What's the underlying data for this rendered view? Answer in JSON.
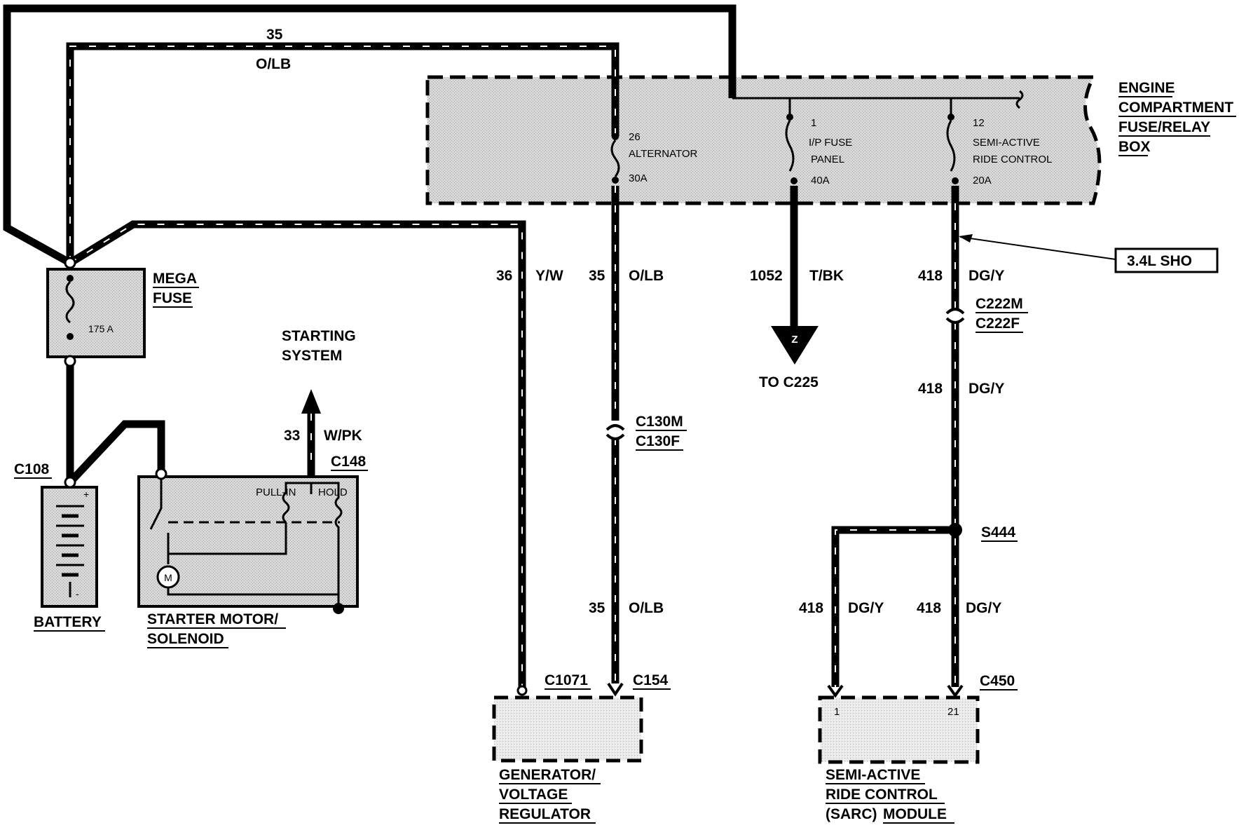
{
  "wires": {
    "w35_top": {
      "circuit": "35",
      "color": "O/LB"
    },
    "w36": {
      "circuit": "36",
      "color": "Y/W"
    },
    "w35_alt": {
      "circuit": "35",
      "color": "O/LB"
    },
    "w35_lower": {
      "circuit": "35",
      "color": "O/LB"
    },
    "w1052": {
      "circuit": "1052",
      "color": "T/BK"
    },
    "w418_a": {
      "circuit": "418",
      "color": "DG/Y"
    },
    "w418_b": {
      "circuit": "418",
      "color": "DG/Y"
    },
    "w418_c": {
      "circuit": "418",
      "color": "DG/Y"
    },
    "w418_d": {
      "circuit": "418",
      "color": "DG/Y"
    },
    "w33": {
      "circuit": "33",
      "color": "W/PK"
    }
  },
  "components": {
    "fuse_box": {
      "line1": "ENGINE",
      "line2": "COMPARTMENT",
      "line3": "FUSE/RELAY",
      "line4": "BOX"
    },
    "mega_fuse": {
      "line1": "MEGA",
      "line2": "FUSE",
      "rating": "175 A"
    },
    "battery": {
      "label": "BATTERY",
      "plus": "+",
      "minus": "-"
    },
    "starter": {
      "line1": "STARTER MOTOR/",
      "line2": "SOLENOID",
      "pull_in": "PULL-IN",
      "hold": "HOLD",
      "motor_symbol": "M"
    },
    "starting_system": {
      "line1": "STARTING",
      "line2": "SYSTEM"
    },
    "generator": {
      "line1": "GENERATOR/",
      "line2": "VOLTAGE",
      "line3": "REGULATOR"
    },
    "sarc": {
      "line1": "SEMI-ACTIVE",
      "line2": "RIDE CONTROL",
      "line3_a": "(SARC)",
      "line3_b": "MODULE",
      "pin1": "1",
      "pin21": "21"
    },
    "to_c225": {
      "label": "TO C225",
      "symbol": "Z"
    },
    "engine_note": {
      "label": "3.4L SHO"
    }
  },
  "fuses": {
    "f26": {
      "number": "26",
      "name": "ALTERNATOR",
      "rating": "30A"
    },
    "f1": {
      "number": "1",
      "name_line1": "I/P FUSE",
      "name_line2": "PANEL",
      "rating": "40A"
    },
    "f12": {
      "number": "12",
      "name_line1": "SEMI-ACTIVE",
      "name_line2": "RIDE CONTROL",
      "rating": "20A"
    }
  },
  "connectors": {
    "c108": "C108",
    "c148": "C148",
    "c130m": "C130M",
    "c130f": "C130F",
    "c222m": "C222M",
    "c222f": "C222F",
    "c1071": "C1071",
    "c154": "C154",
    "s444": "S444",
    "c450": "C450"
  }
}
